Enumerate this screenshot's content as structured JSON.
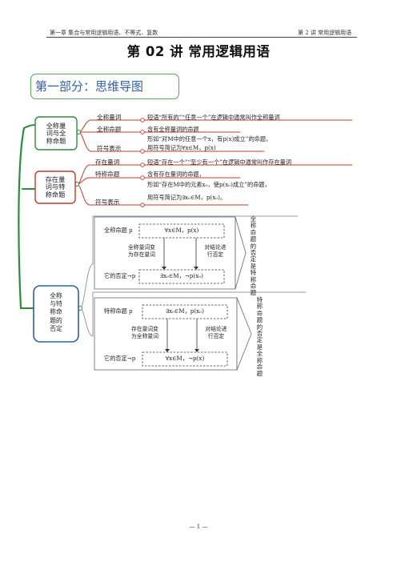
{
  "header": {
    "left": "第一章 集合与常用逻辑用语、不等式、复数",
    "right": "第 2 讲 常用逻辑用语"
  },
  "title": "第 02 讲 常用逻辑用语",
  "section": "第一部分：思维导图",
  "branch1": {
    "root": [
      "全称量",
      "词与全",
      "称命题"
    ],
    "items": [
      {
        "label": "全称量词",
        "text": [
          "短语“所有的”“任意一个”在逻辑中通常叫作全称量词"
        ]
      },
      {
        "label": "全称命题",
        "text": [
          "含有全称量词的命题"
        ]
      },
      {
        "label": "符号表示",
        "text": [
          "形如“对M中的任意一个x，有p(x)成立”的命题，",
          "用符号简记为∀x∈M，p(x)"
        ]
      }
    ]
  },
  "branch2": {
    "root": [
      "存在量",
      "词与特",
      "称命题"
    ],
    "items": [
      {
        "label": "存在量词",
        "text": [
          "短语“存在一个”“至少有一个”在逻辑中通常叫作存在量词"
        ]
      },
      {
        "label": "特称命题",
        "text": [
          "含有存在量词的命题，",
          "形如“存在M中的元素x₀，使p(x₀)成立”的命题，"
        ]
      },
      {
        "label": "符号表示",
        "text": [
          "用符号简记为∃x₀∈M，p(x₀)。"
        ]
      }
    ]
  },
  "branch3": {
    "root": [
      "全称",
      "与特",
      "称命",
      "题的",
      "否定"
    ],
    "box1": {
      "label": "全称命题 p",
      "top_formula": "∀x∈M，p(x)",
      "left_note": [
        "全称量词变",
        "为存在量词"
      ],
      "right_note": [
        "对结论进",
        "行否定"
      ],
      "neg_label": "它的否定¬p",
      "bottom_formula": "∃x₀∈M，¬p(x₀)",
      "side": "全称命题的否定是特称命题"
    },
    "box2": {
      "label": "特称命题 p",
      "top_formula": "∃x₀∈M，p(x₀)",
      "left_note": [
        "存在量词变",
        "为全称量词"
      ],
      "right_note": [
        "对结论进",
        "行否定"
      ],
      "neg_label": "它的否定¬p",
      "bottom_formula": "∀x∈M，¬p(x)",
      "side": "特称命题的否定是全称命题"
    }
  },
  "page_number": "— 1 —",
  "colors": {
    "green": "#2e8b3e",
    "red": "#c0392b",
    "blue": "#2f5fa8",
    "gray": "#9a9a9a"
  }
}
